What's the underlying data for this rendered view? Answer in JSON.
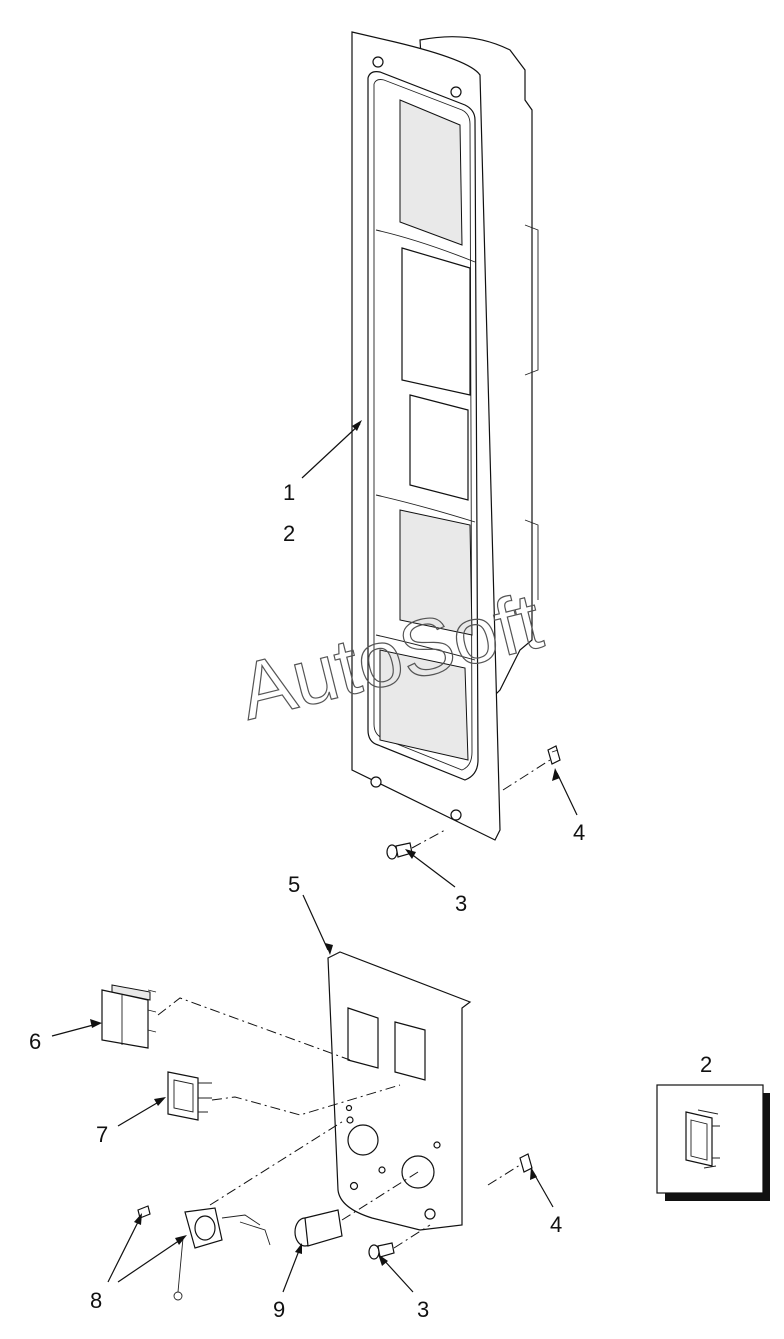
{
  "watermark": "AutoSoft",
  "callouts": {
    "c1": "1",
    "c2": "2",
    "c3a": "3",
    "c3b": "3",
    "c4a": "4",
    "c4b": "4",
    "c5": "5",
    "c6": "6",
    "c7": "7",
    "c8": "8",
    "c9": "9",
    "inset": "2"
  }
}
